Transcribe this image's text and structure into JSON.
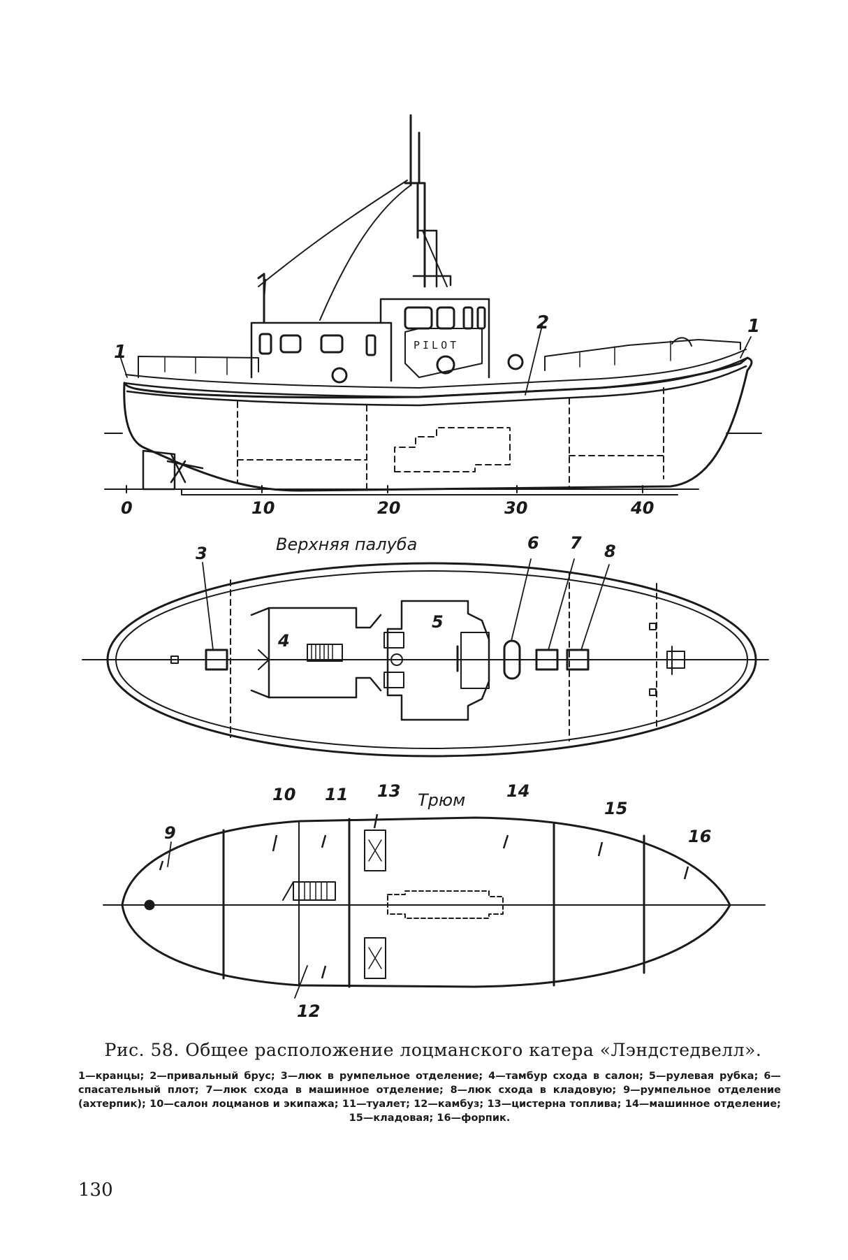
{
  "profile": {
    "part_labels": [
      "1",
      "2",
      "1"
    ],
    "pilot_sign": "PILOT",
    "scale_ticks": [
      "0",
      "10",
      "20",
      "30",
      "40"
    ]
  },
  "upper_deck": {
    "title": "Верхняя палуба",
    "labels": [
      "3",
      "4",
      "5",
      "6",
      "7",
      "8"
    ]
  },
  "hold": {
    "title": "Трюм",
    "labels": [
      "9",
      "10",
      "11",
      "12",
      "13",
      "14",
      "15",
      "16"
    ]
  },
  "caption": "Рис. 58. Общее расположение лоцманского катера «Лэндстедвелл».",
  "legend": [
    "1—кранцы;",
    "2—привальный брус;",
    "3—люк в румпельное отделение;",
    "4—тамбур схода в салон;",
    "5—рулевая рубка;",
    "6—спасательный плот;",
    "7—люк схода в машинное отделение;",
    "8—люк схода в кладовую;",
    "9—румпельное отделение (ахтерпик);",
    "10—салон лоцманов и экипажа;",
    "11—туалет;",
    "12—камбуз;",
    "13—цистерна топлива;",
    "14—машинное отделение;",
    "15—кладовая;",
    "16—форпик."
  ],
  "page_number": "130"
}
